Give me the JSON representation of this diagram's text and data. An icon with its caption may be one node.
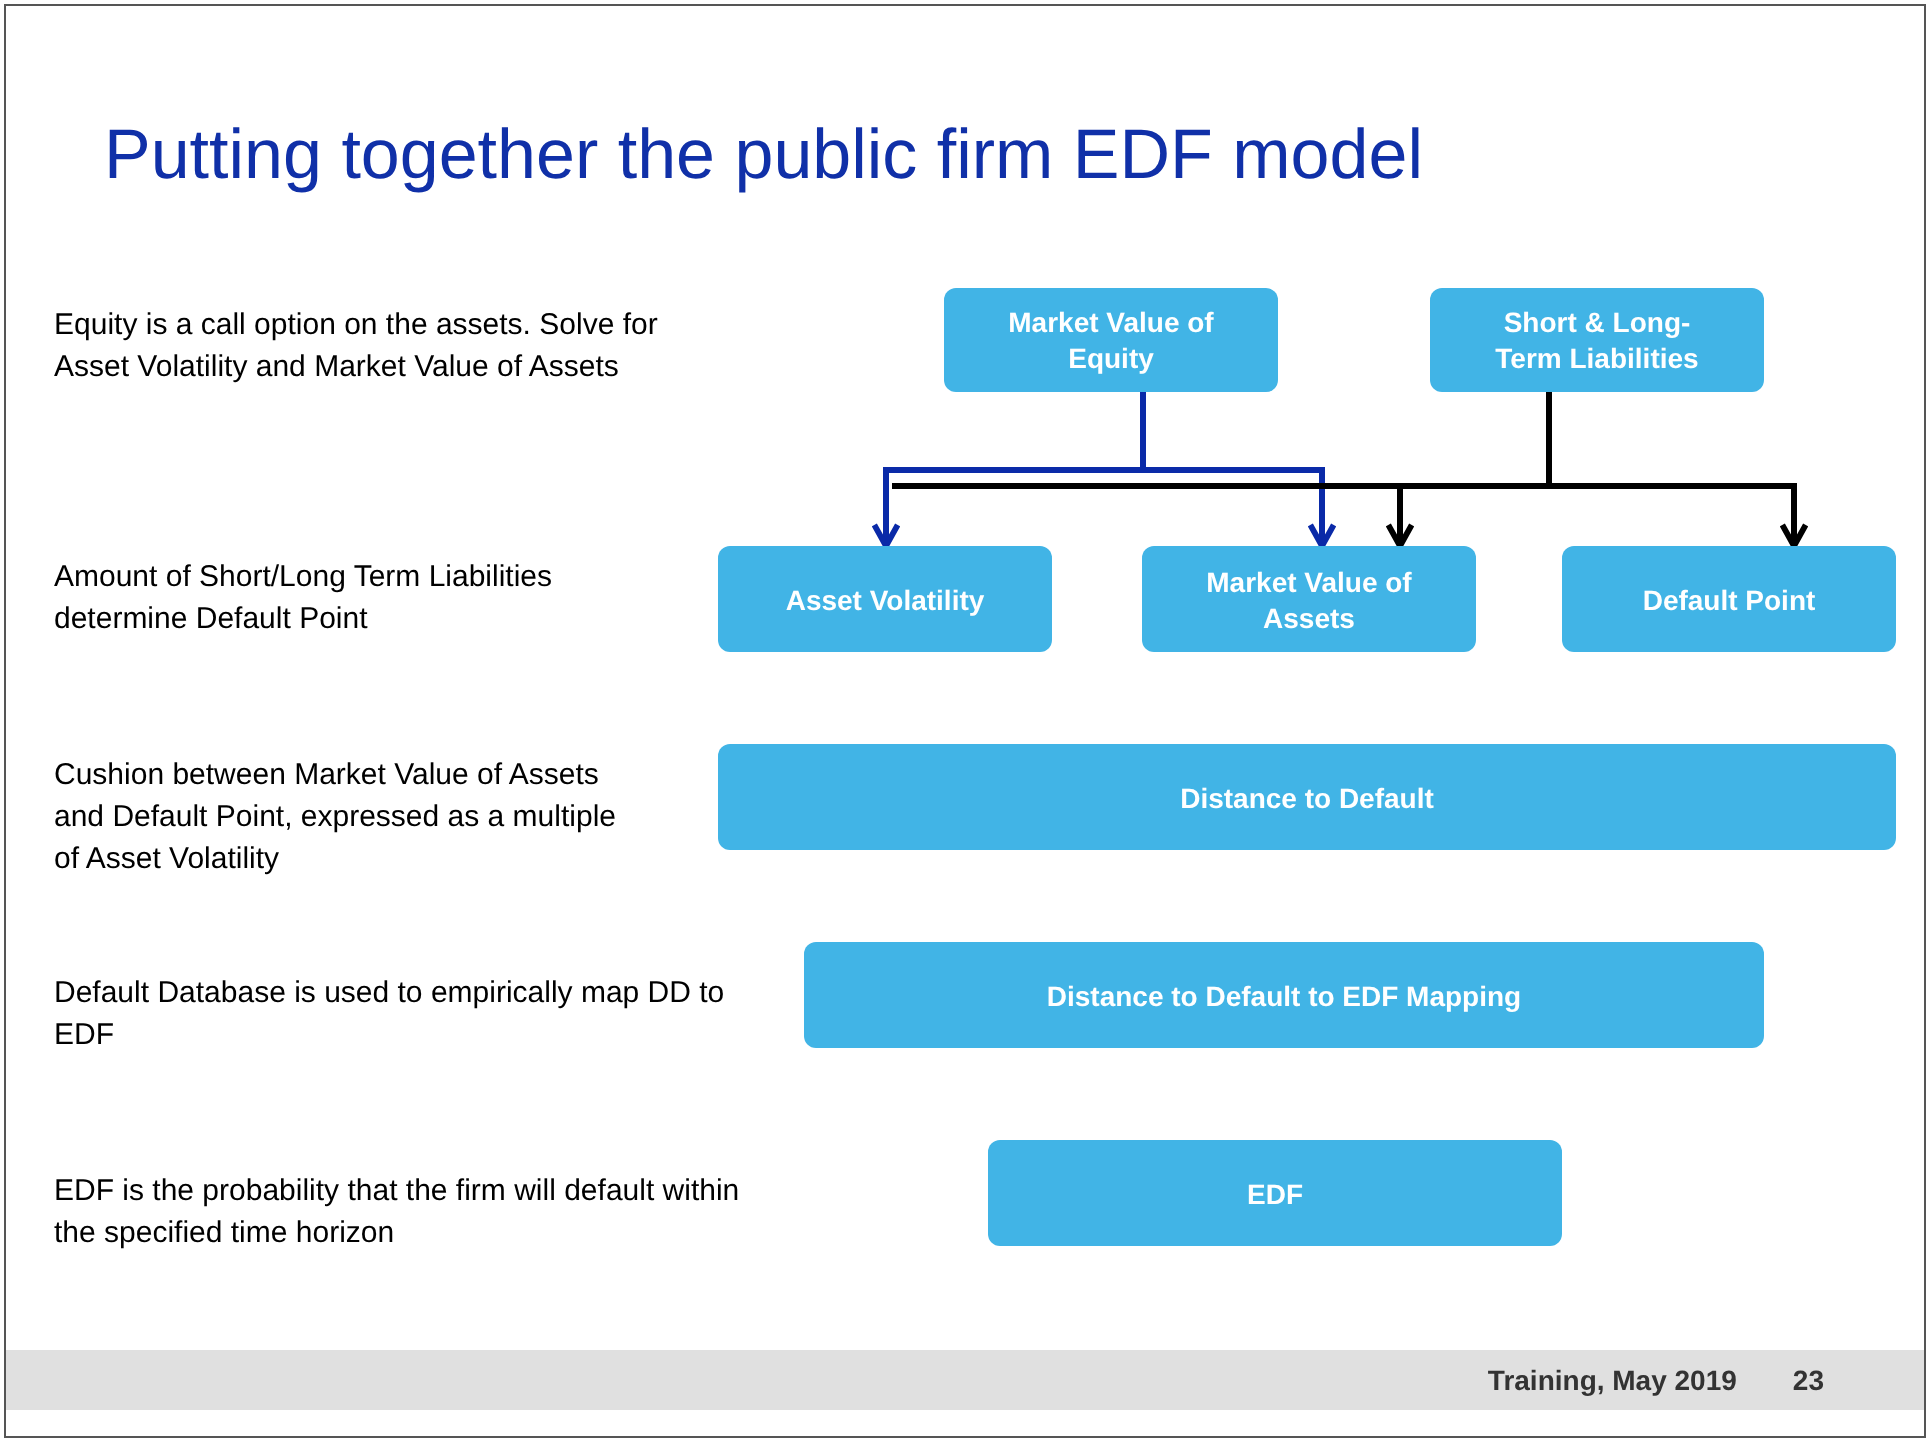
{
  "diagram": {
    "title": "Putting together the public firm EDF model",
    "nodes": [
      {
        "text": [
          "Market Value of Equity"
        ]
      },
      {
        "text": [
          "Short & Long-Term Liabilities"
        ]
      },
      {
        "text": [
          "Asset Volatility"
        ]
      },
      {
        "text": [
          "Market Value of Assets"
        ]
      },
      {
        "text": [
          "Default Point"
        ]
      },
      {
        "text": [
          "Distance to Default"
        ]
      },
      {
        "text": [
          "Distance to Default to EDF Mapping"
        ]
      },
      {
        "text": [
          "EDF"
        ]
      }
    ],
    "edges": [
      {
        "from": 0,
        "to": 2,
        "arrow": "to",
        "color": "#0a2aa8"
      },
      {
        "from": 0,
        "to": 3,
        "arrow": "to",
        "color": "#0a2aa8"
      },
      {
        "from": 1,
        "to": 3,
        "arrow": "to",
        "color": "#000000"
      },
      {
        "from": 1,
        "to": 4,
        "arrow": "to",
        "color": "#000000"
      }
    ],
    "labels": [
      "Equity is a call option on the assets. Solve for Asset Volatility and Market Value of Assets",
      "Amount of Short/Long Term Liabilities determine Default Point",
      "Cushion between Market Value of Assets and Default Point, expressed as a multiple of Asset Volatility",
      "Default Database is used to empirically map DD to EDF",
      "EDF is the probability that the firm will default within the specified time horizon",
      "Training, May 2019",
      "23"
    ]
  }
}
